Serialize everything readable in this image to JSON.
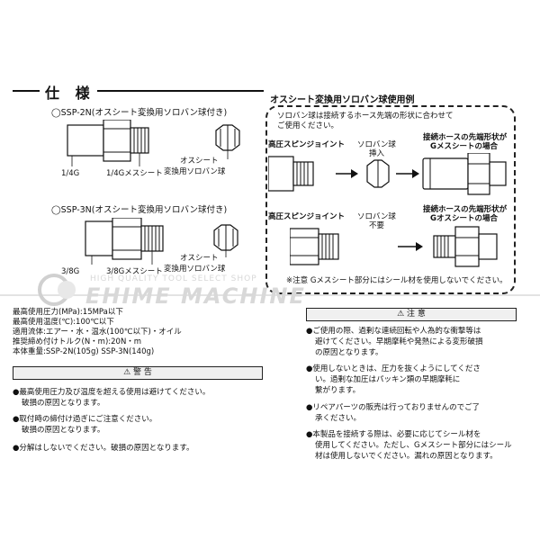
{
  "header": {
    "title": "仕 様",
    "example_title": "オスシート変換用ソロバン球使用例"
  },
  "products": [
    {
      "name": "◯SSP-2N(オスシート変換用ソロバン球付き)",
      "label_left": "1/4G",
      "label_mid": "1/4Gメスシート",
      "label_right_1": "オスシート",
      "label_right_2": "変換用ソロバン球"
    },
    {
      "name": "◯SSP-3N(オスシート変換用ソロバン球付き)",
      "label_left": "3/8G",
      "label_mid": "3/8Gメスシート",
      "label_right_1": "オスシート",
      "label_right_2": "変換用ソロバン球"
    }
  ],
  "example": {
    "intro_1": "ソロバン球は接続するホース先端の形状に合わせて",
    "intro_2": "ご使用ください。",
    "row1": {
      "left": "高圧スピンジョイント",
      "mid_1": "ソロバン球",
      "mid_2": "挿入",
      "right_1": "接続ホースの先端形状が",
      "right_2": "Gメスシートの場合"
    },
    "row2": {
      "left": "高圧スピンジョイント",
      "mid_1": "ソロバン球",
      "mid_2": "不要",
      "right_1": "接続ホースの先端形状が",
      "right_2": "Gオスシートの場合"
    },
    "note": "※注意 Gメスシート部分にはシール材を使用しないでください。"
  },
  "watermark": {
    "sub": "HIGH QUALITY TOOL SELECT SHOP",
    "main": "EHIME MACHINE"
  },
  "specs": [
    "最高使用圧力(MPa):15MPa以下",
    "最高使用温度(℃):100℃以下",
    "適用流体:エアー・水・温水(100℃以下)・オイル",
    "推奨締め付けトルク(N・m):20N・m",
    "本体重量:SSP-2N(105g)   SSP-3N(140g)"
  ],
  "warning": {
    "title": "警 告",
    "items": [
      [
        "●最高使用圧力及び温度を超える使用は避けてください。",
        "破損の原因となります。"
      ],
      [
        "●取付時の締付け過ぎにご注意ください。",
        "破損の原因となります。"
      ],
      [
        "●分解はしないでください。破損の原因となります。"
      ]
    ]
  },
  "caution": {
    "title": "注 意",
    "items": [
      [
        "●ご使用の際、過剰な連続回転や人為的な衝撃等は",
        "避けてください。早期摩耗や発熱による変形破損",
        "の原因となります。"
      ],
      [
        "●使用しないときは、圧力を抜くようにしてくださ",
        "い。過剰な加圧はパッキン類の早期摩耗に",
        "繋がります。"
      ],
      [
        "●リペアパーツの販売は行っておりませんのでご了",
        "承ください。"
      ],
      [
        "●本製品を接続する際は、必要に応じてシール材を",
        "使用してください。ただし、Gメスシート部分にはシール",
        "材は使用しないでください。漏れの原因となります。"
      ]
    ]
  }
}
